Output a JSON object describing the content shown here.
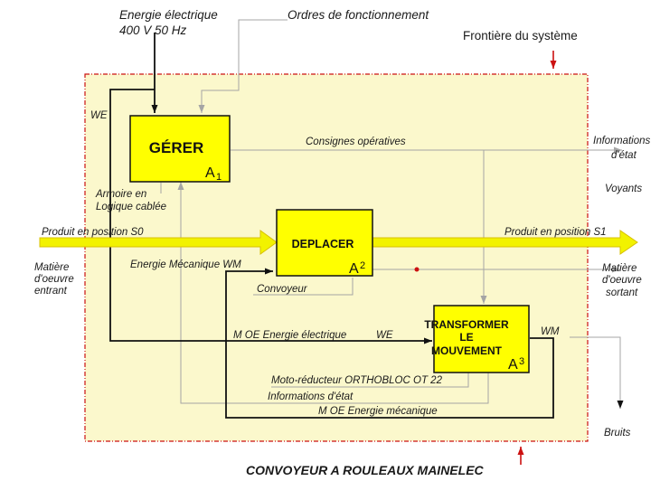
{
  "inputs": {
    "energy_line1": "Energie électrique",
    "energy_line2": "400 V 50 Hz",
    "orders": "Ordres de fonctionnement",
    "boundary": "Frontière du système",
    "we_left": "WE",
    "produit_s0": "Produit en position S0",
    "matiere_in_1": "Matière",
    "matiere_in_2": "d'oeuvre",
    "matiere_in_3": "entrant"
  },
  "boxes": {
    "gerer": {
      "title": "GÉRER",
      "index": "A",
      "sub": "1"
    },
    "deplacer": {
      "title": "DEPLACER",
      "index": "A",
      "sub": "2"
    },
    "transformer": {
      "title_1": "TRANSFORMER",
      "title_2": "LE",
      "title_3": "MOUVEMENT",
      "index": "A",
      "sub": "3"
    }
  },
  "labels": {
    "consignes": "Consignes opératives",
    "armoire_1": "Armoire en",
    "armoire_2": "Logique cablée",
    "energie_mecanique_wm": "Energie Mécanique WM",
    "convoyeur": "Convoyeur",
    "moe_elec": "M OE  Energie électrique",
    "we_mid": "WE",
    "wm_right": "WM",
    "moto_reducteur": "Moto-réducteur ORTHOBLOC OT 22",
    "informations_etat": "Informations d'état",
    "moe_meca": "M OE Energie mécanique"
  },
  "outputs": {
    "info_etat_1": "Informations",
    "info_etat_2": "d'état",
    "voyants": "Voyants",
    "produit_s1": "Produit en position S1",
    "matiere_out_1": "Matière",
    "matiere_out_2": "d'oeuvre",
    "matiere_out_3": "sortant",
    "bruits": "Bruits"
  },
  "footer": "CONVOYEUR A ROULEAUX MAINELEC",
  "colors": {
    "boundary_fill": "#fbf8cc",
    "boundary_stroke": "#cc1111",
    "box_fill": "#ffff00",
    "flow_arrow": "#f2f200",
    "line_dark": "#111111",
    "line_grey": "#a5a5a5"
  }
}
